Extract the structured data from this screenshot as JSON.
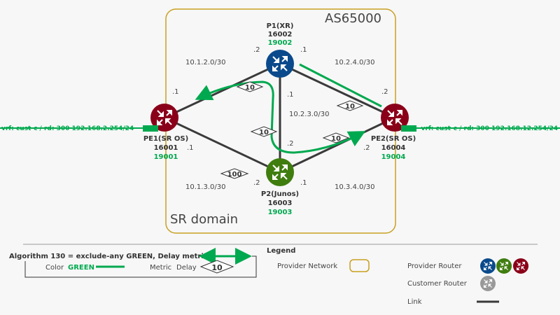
{
  "as_label": "AS65000",
  "domain_label": "SR domain",
  "colors": {
    "green": "#00a94f",
    "blue": "#0a4a8c",
    "red": "#8b0019",
    "p2": "#3f7d0f",
    "domain_border": "#c8a020",
    "link": "#3a3a3a"
  },
  "nodes": {
    "p1": {
      "name": "P1(XR)",
      "sid": "16002",
      "flex_sid": "19002"
    },
    "p2": {
      "name": "P2(Junos)",
      "sid": "16003",
      "flex_sid": "19003"
    },
    "pe1": {
      "name": "PE1(SR OS)",
      "sid": "16001",
      "flex_sid": "19001"
    },
    "pe2": {
      "name": "PE2(SR OS)",
      "sid": "16004",
      "flex_sid": "19004"
    }
  },
  "vrf": {
    "pe1": "vrf: cust-c / rd: 300 192.168.2.254/24",
    "pe2": "vrf: cust-c / rd: 300 192.168.12.254/24"
  },
  "links": {
    "pe1_p1": {
      "subnet": "10.1.2.0/30",
      "a": ".1",
      "b": ".2",
      "metric": "10"
    },
    "p1_pe2": {
      "subnet": "10.2.4.0/30",
      "a": ".1",
      "b": ".2",
      "metric": "10"
    },
    "p1_p2": {
      "subnet": "10.2.3.0/30",
      "a": ".1",
      "b": ".2",
      "metric": "10"
    },
    "pe1_p2": {
      "subnet": "10.1.3.0/30",
      "a": ".1",
      "b": ".2",
      "metric": "100"
    },
    "p2_pe2": {
      "subnet": "10.3.4.0/30",
      "a": ".1",
      "b": ".2",
      "metric": "10"
    }
  },
  "algo": {
    "title": "Algorithm 130 = exclude-any GREEN, Delay metric",
    "color_label": "Color",
    "color_value": "GREEN",
    "metric_label": "Metric",
    "metric_type": "Delay",
    "metric_value": "10"
  },
  "legend": {
    "title": "Legend",
    "provider_network": "Provider Network",
    "provider_router": "Provider Router",
    "customer_router": "Customer Router",
    "link": "Link"
  }
}
